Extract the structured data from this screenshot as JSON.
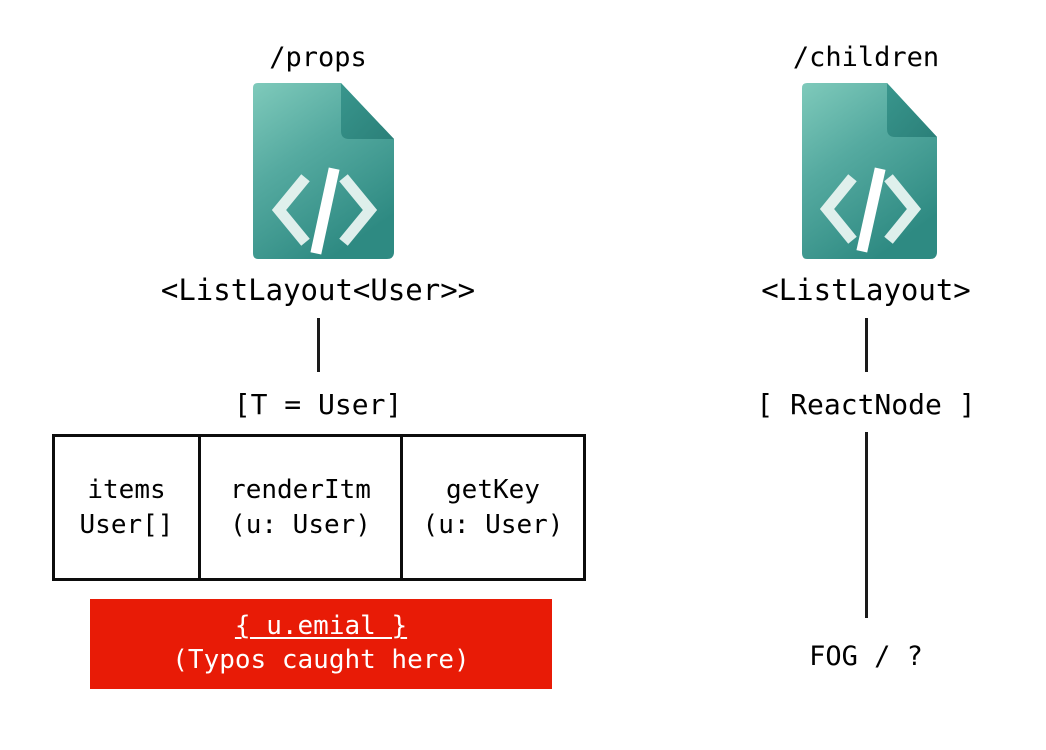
{
  "diagram": {
    "title_left": "/props",
    "title_right": "/children",
    "background_color": "#ffffff",
    "text_color": "#000000",
    "line_color": "#1a1a1a",
    "icon_gradient_start": "#7ec9b9",
    "icon_gradient_end": "#2f8a82",
    "icon_fold_color": "#2e8a82",
    "warning_color": "#e81b06"
  },
  "left_column": {
    "heading": "/props",
    "icon_name": "code-file-icon",
    "icon_glyph": "</>",
    "component_label": "<ListLayout<User>>",
    "type_label": "[T = User]",
    "table": {
      "columns": [
        {
          "name": "items",
          "signature": "User[]"
        },
        {
          "name": "renderItm",
          "signature": "(u: User)"
        },
        {
          "name": "getKey",
          "signature": "(u: User)"
        }
      ]
    },
    "warning": {
      "code": "{ u.emial }",
      "note": "(Typos caught here)"
    }
  },
  "right_column": {
    "heading": "/children",
    "icon_name": "code-file-icon",
    "icon_glyph": "</>",
    "component_label": "<ListLayout>",
    "type_label": "[ ReactNode ]",
    "outcome_label": "FOG / ?"
  }
}
